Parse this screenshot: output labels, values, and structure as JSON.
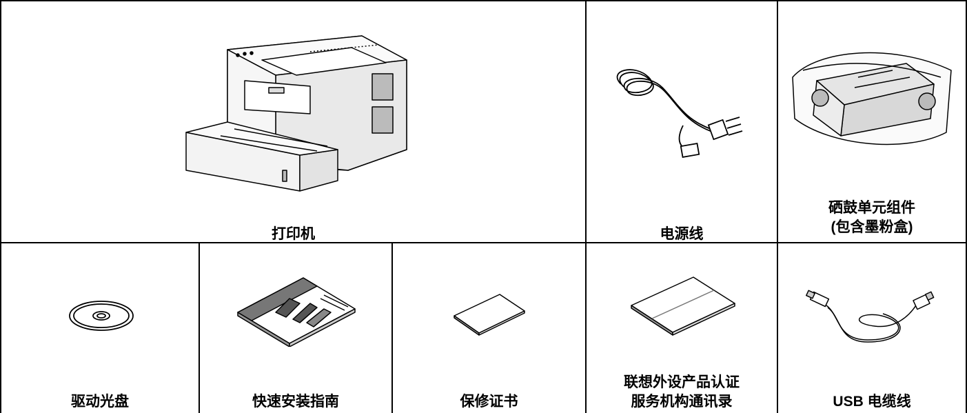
{
  "items": {
    "printer": {
      "label": "打印机",
      "icon": "printer-icon"
    },
    "power_cord": {
      "label": "电源线",
      "icon": "power-cord-icon"
    },
    "drum_unit": {
      "label_line1": "硒鼓单元组件",
      "label_line2": "(包含墨粉盒)",
      "icon": "drum-unit-icon"
    },
    "driver_cd": {
      "label": "驱动光盘",
      "icon": "cd-icon"
    },
    "quick_setup_guide": {
      "label": "快速安装指南",
      "icon": "booklet-icon"
    },
    "warranty_card": {
      "label": "保修证书",
      "icon": "leaflet-icon"
    },
    "service_directory": {
      "label_line1": "联想外设产品认证",
      "label_line2": "服务机构通讯录",
      "icon": "folded-leaflet-icon"
    },
    "usb_cable": {
      "label": "USB 电缆线",
      "icon": "usb-cable-icon"
    }
  }
}
